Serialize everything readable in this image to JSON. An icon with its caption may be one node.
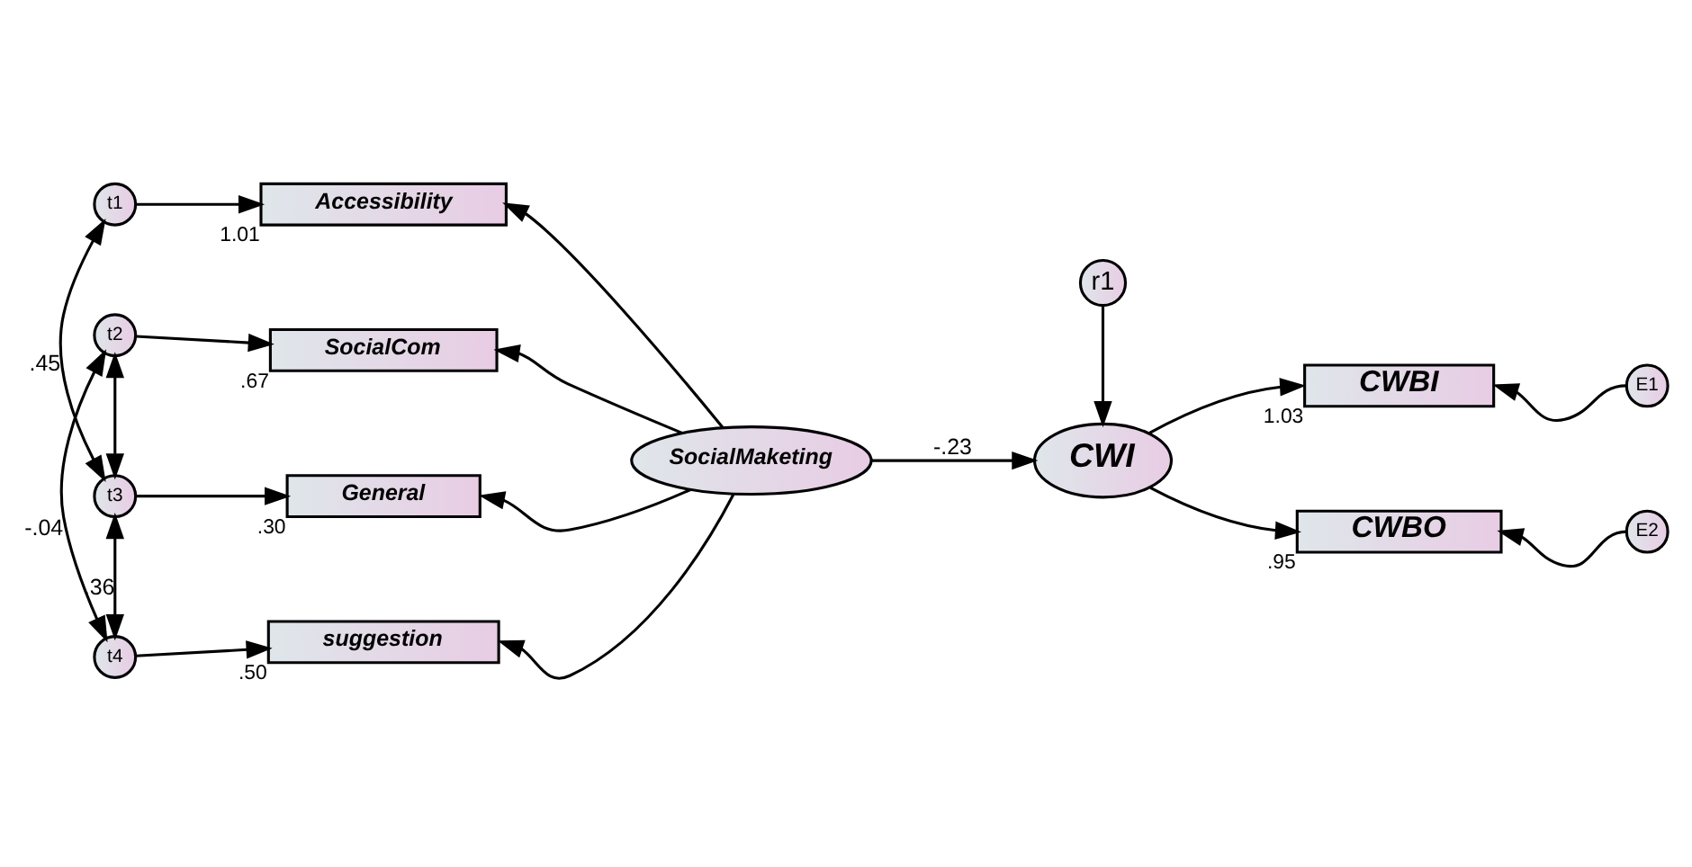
{
  "diagram": {
    "nodes": [
      {
        "text": [
          "t1"
        ]
      },
      {
        "text": [
          "t2"
        ]
      },
      {
        "text": [
          "t3"
        ]
      },
      {
        "text": [
          "t4"
        ]
      },
      {
        "text": [
          "Accessibility"
        ],
        "beside": [
          "1.01"
        ]
      },
      {
        "text": [
          "SocialCom"
        ],
        "beside": [
          ".67"
        ]
      },
      {
        "text": [
          "General"
        ],
        "beside": [
          ".30"
        ]
      },
      {
        "text": [
          "suggestion"
        ],
        "beside": [
          ".50"
        ]
      },
      {
        "text": [
          "SocialMaketing"
        ]
      },
      {
        "text": [
          "r1"
        ]
      },
      {
        "text": [
          "CWI"
        ]
      },
      {
        "text": [
          "CWBI"
        ],
        "beside": [
          "1.03"
        ]
      },
      {
        "text": [
          "CWBO"
        ],
        "beside": [
          ".95"
        ]
      },
      {
        "text": [
          "E1"
        ]
      },
      {
        "text": [
          "E2"
        ]
      }
    ],
    "edges": [
      {
        "from": 0,
        "to": 4,
        "arrow": "to"
      },
      {
        "from": 1,
        "to": 5,
        "arrow": "to"
      },
      {
        "from": 2,
        "to": 6,
        "arrow": "to"
      },
      {
        "from": 3,
        "to": 7,
        "arrow": "to"
      },
      {
        "from": 0,
        "to": 2,
        "arrow": "both",
        "label": ".45"
      },
      {
        "from": 1,
        "to": 3,
        "arrow": "both",
        "label": "-.04"
      },
      {
        "from": 1,
        "to": 2,
        "arrow": "both"
      },
      {
        "from": 2,
        "to": 3,
        "arrow": "both",
        "label": ".36"
      },
      {
        "from": 8,
        "to": 4,
        "arrow": "to"
      },
      {
        "from": 8,
        "to": 5,
        "arrow": "to"
      },
      {
        "from": 8,
        "to": 6,
        "arrow": "to"
      },
      {
        "from": 8,
        "to": 7,
        "arrow": "to"
      },
      {
        "from": 8,
        "to": 10,
        "arrow": "to",
        "label": "-.23"
      },
      {
        "from": 9,
        "to": 10,
        "arrow": "to"
      },
      {
        "from": 10,
        "to": 11,
        "arrow": "to"
      },
      {
        "from": 10,
        "to": 12,
        "arrow": "to"
      },
      {
        "from": 13,
        "to": 11,
        "arrow": "to"
      },
      {
        "from": 14,
        "to": 12,
        "arrow": "to"
      }
    ]
  }
}
